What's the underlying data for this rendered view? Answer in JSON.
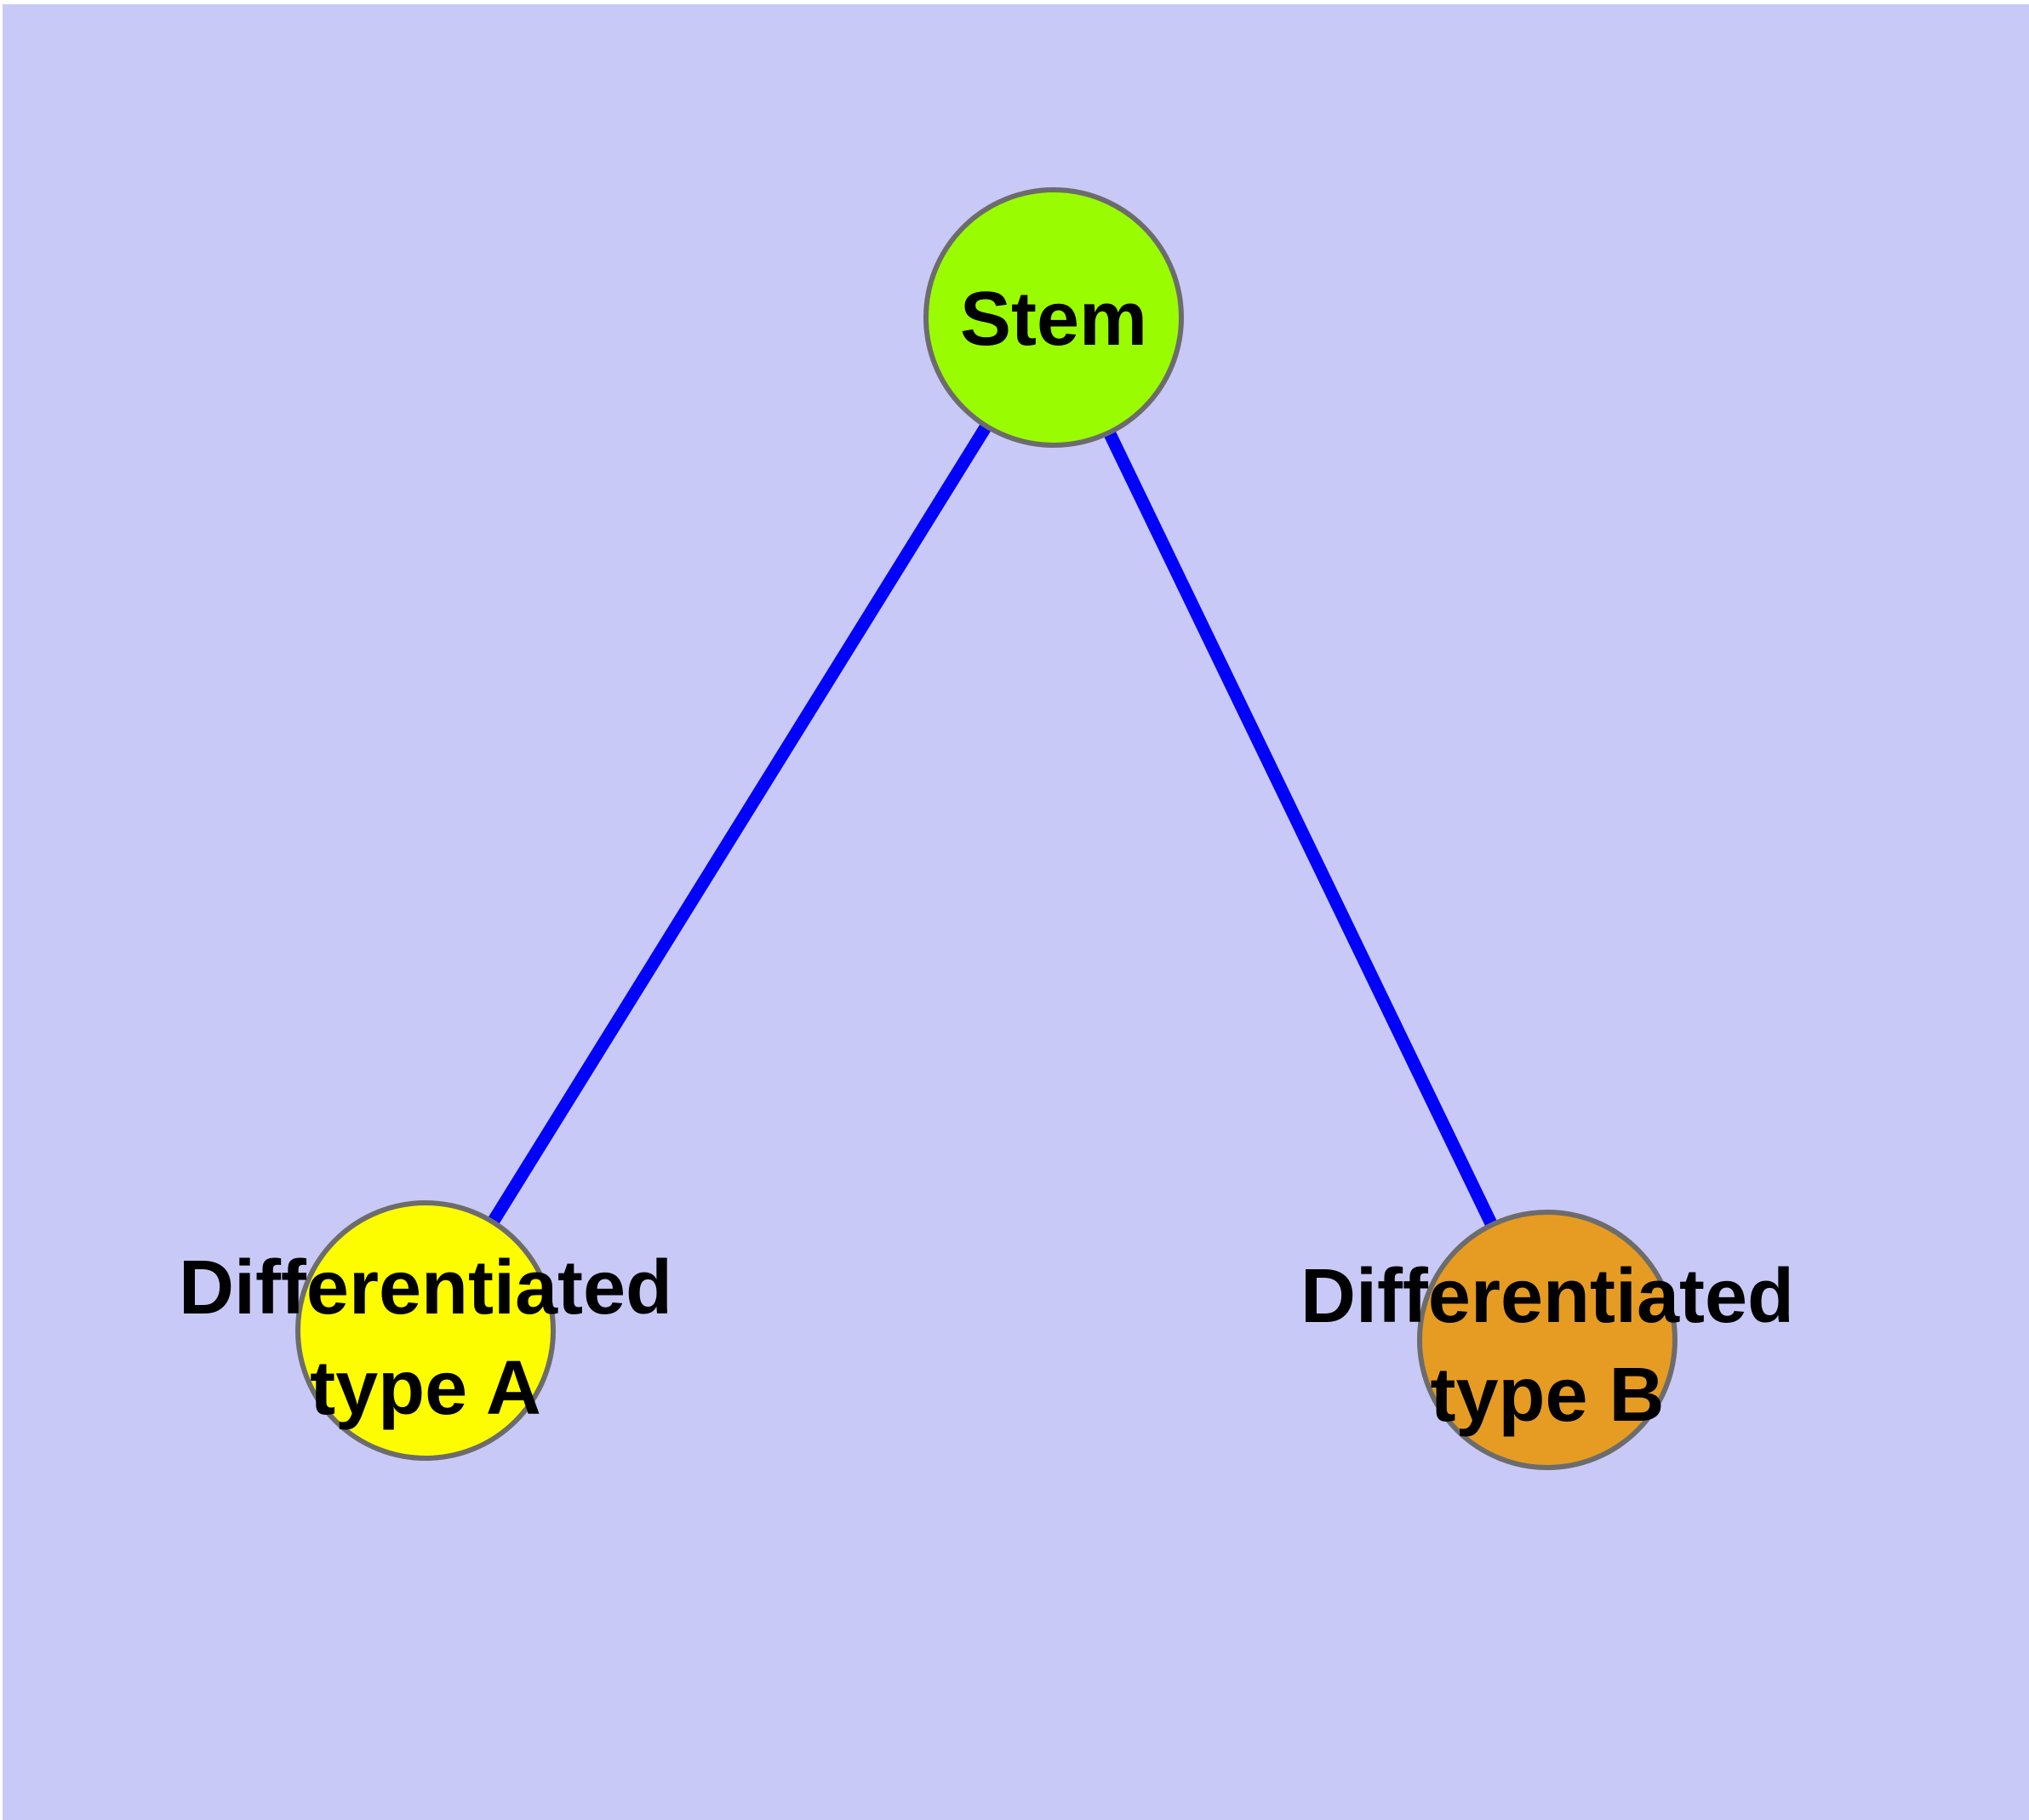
{
  "diagram": {
    "type": "graph",
    "description": "Cell differentiation tree: a Stem node connected to two differentiated cell-type nodes",
    "margin_color": "#ffffff",
    "background_color": "#c9c9f7",
    "edge_color": "#0202fa",
    "node_border_color": "#6c6c6c",
    "text_color": "#000000",
    "nodes": [
      {
        "id": "stem",
        "label": "Stem",
        "lines": [
          "Stem"
        ],
        "fill": "#9afc00"
      },
      {
        "id": "differentiated-type-a",
        "label": "Differentiated type A",
        "lines": [
          "Differentiated",
          "type A"
        ],
        "fill": "#fdfd00"
      },
      {
        "id": "differentiated-type-b",
        "label": "Differentiated type B",
        "lines": [
          "Differentiated",
          "type B"
        ],
        "fill": "#e69c22"
      }
    ],
    "edges": [
      {
        "from": "Stem",
        "to": "Differentiated type A"
      },
      {
        "from": "Stem",
        "to": "Differentiated type B"
      }
    ]
  }
}
